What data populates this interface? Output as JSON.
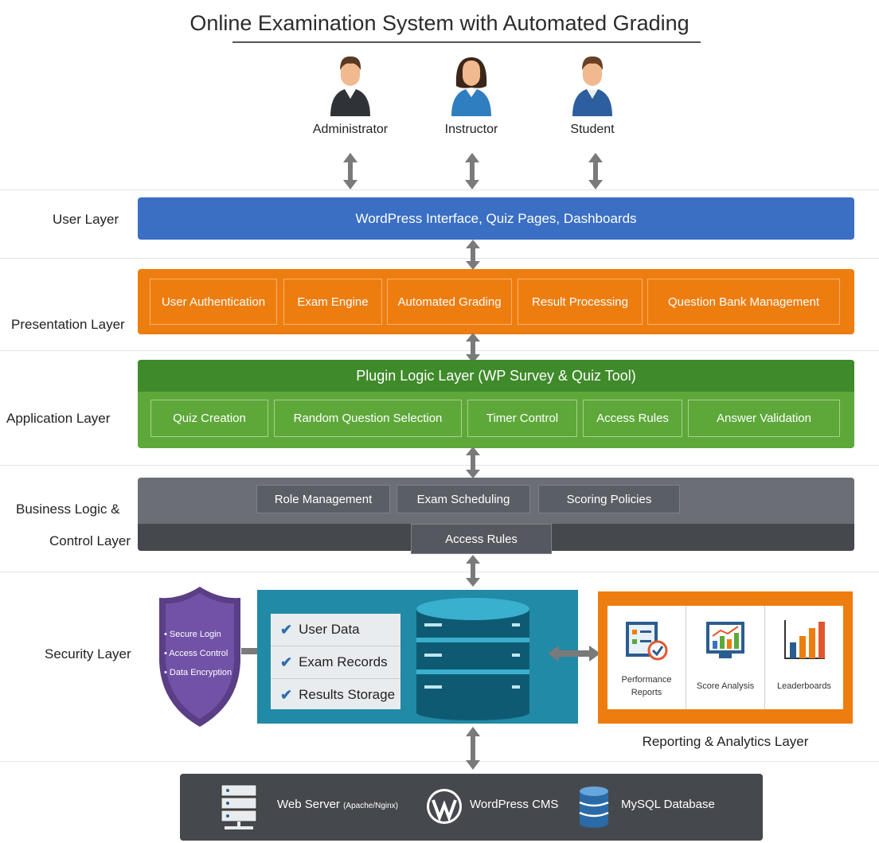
{
  "title": "Online Examination System with Automated Grading",
  "actors": [
    "Administrator",
    "Instructor",
    "Student"
  ],
  "layers": {
    "user": "User Layer",
    "presentation": "Presentation Layer",
    "application": "Application Layer",
    "business_1": "Business Logic &",
    "business_2": "Control Layer",
    "security": "Security Layer"
  },
  "user_bar": "WordPress Interface, Quiz Pages, Dashboards",
  "presentation_items": [
    "User Authentication",
    "Exam Engine",
    "Automated Grading",
    "Result Processing",
    "Question Bank Management"
  ],
  "plugin_title": "Plugin Logic Layer (WP Survey & Quiz Tool)",
  "application_items": [
    "Quiz Creation",
    "Random Question Selection",
    "Timer Control",
    "Access Rules",
    "Answer Validation"
  ],
  "business_items": [
    "Role Management",
    "Exam Scheduling",
    "Scoring Policies"
  ],
  "business_access": "Access Rules",
  "security_shield": [
    "• Secure Login",
    "• Access Control",
    "• Data Encryption"
  ],
  "data_items": [
    "User Data",
    "Exam Records",
    "Results Storage"
  ],
  "reporting": {
    "items": [
      {
        "line1": "Performance",
        "line2": "Reports"
      },
      {
        "line1": "Score Analysis",
        "line2": ""
      },
      {
        "line1": "Leaderboards",
        "line2": ""
      }
    ],
    "caption": "Reporting & Analytics Layer"
  },
  "infrastructure": {
    "web_server": "Web Server",
    "web_server_detail": "(Apache/Nginx)",
    "cms": "WordPress CMS",
    "db": "MySQL Database"
  },
  "colors": {
    "user_blue": "#3a6fc4",
    "orange": "#ee7d10",
    "green": "#5ea83a",
    "dark_gray": "#55595f",
    "teal": "#218aa6",
    "purple": "#6b4c9a",
    "infra": "#45494e"
  }
}
